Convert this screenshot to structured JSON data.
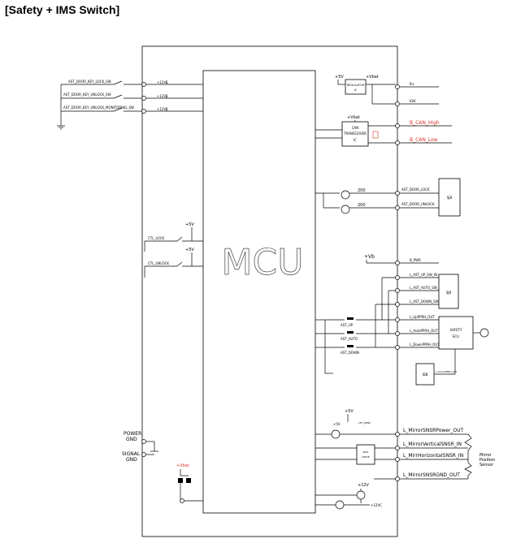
{
  "title": "[Safety + IMS Switch]",
  "mcu": "MCU",
  "left_switches": [
    "AST_DOOR_KEY_LOCK_SW",
    "AST_DOOR_KEY_UNLOCK_SW",
    "AST_DOOR_KEY_UNLOCK_MONITORING_SW"
  ],
  "v12": "+12VE",
  "v5": "+5V",
  "ctl": {
    "lock": "CTL_LOCK",
    "unlock": "CTL_UNLOCK"
  },
  "regulator": {
    "line1": "REGULATOR",
    "line2": "IC",
    "vbat": "+Vbat",
    "v5": "+5V"
  },
  "power_labels": {
    "bplus": "B+",
    "ign": "IGN"
  },
  "can": {
    "vbat": "+Vbat",
    "ic1": "CAN",
    "ic2": "TRANSCEIVER",
    "ic3": "IC",
    "high": "B_CAN_High",
    "low": "B_CAN_Low"
  },
  "door": {
    "lock": "AST_DOOR_LOCK",
    "unlock": "AST_DOOR_UNLOCK",
    "res": "200",
    "sjb": "SJB"
  },
  "ims": {
    "vb": "+Vb",
    "pwr": "B_PWR",
    "up_sw": "L_AST_UP_SW_IN",
    "auto_sw": "L_AST_AUTO_SW_IN",
    "down_sw": "L_AST_DOWN_SW_IN",
    "sjb": "SJB",
    "up_sw_label": "AST_UP",
    "auto_sw_label": "AST_AUTO",
    "down_sw_label": "AST_DOWN",
    "up_out": "L_UpPPRH_OUT",
    "auto_out": "L_AutoPPRH_OUT",
    "down_out": "L_DownPPRH_OUT",
    "safety1": "SAFETY",
    "safety2": "ECU",
    "idb": "IDB",
    "pos": "L_DownPPRH_INT"
  },
  "mirror": {
    "v5": "+5V",
    "sensor_pwr_node": "+5V_SENS",
    "power_out": "L_MirrorSNSRPower_OUT",
    "vert_in": "L_MirrorVerticalSNSR_IN",
    "horiz_in": "L_MirrHorizontalSNSR_IN",
    "gnd_out": "L_MirrorSNSRGND_OUT",
    "buf1": "MAX",
    "buf2": "DRIVE",
    "sensor1": "Mirror",
    "sensor2": "Position",
    "sensor3": "Sensor"
  },
  "gnd": {
    "power1": "POWER",
    "power2": "GND",
    "signal1": "SIGNAL",
    "signal2": "GND"
  },
  "bottom": {
    "vbat": "+Vbat",
    "v12": "+12V",
    "v12c": "+12VC"
  }
}
